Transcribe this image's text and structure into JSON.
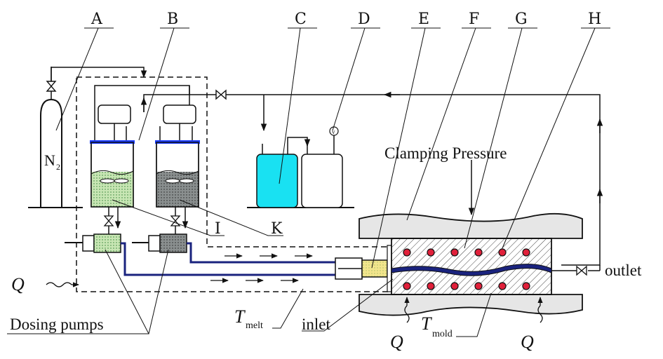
{
  "labels": {
    "A": "A",
    "B": "B",
    "C": "C",
    "D": "D",
    "E": "E",
    "F": "F",
    "G": "G",
    "H": "H",
    "I": "I",
    "K": "K"
  },
  "text": {
    "n2": "N",
    "n2_sub": "2",
    "gauge": "v",
    "clamping": "Clamping Pressure",
    "outlet": "outlet",
    "inlet": "inlet",
    "dosing": "Dosing pumps",
    "q": "Q",
    "t": "T",
    "t_melt_sub": "melt",
    "t_mold_sub": "mold"
  },
  "colors": {
    "line": "#111111",
    "pipe": "#1a237e",
    "cap": "#1a3cff",
    "green_liquid": "#c8e6b4",
    "gray_liquid": "#8a8f8f",
    "cyan": "#19e1f2",
    "yellow": "#f2e58c",
    "plate": "#e6e6e6",
    "heater_red": "#e0203a"
  }
}
